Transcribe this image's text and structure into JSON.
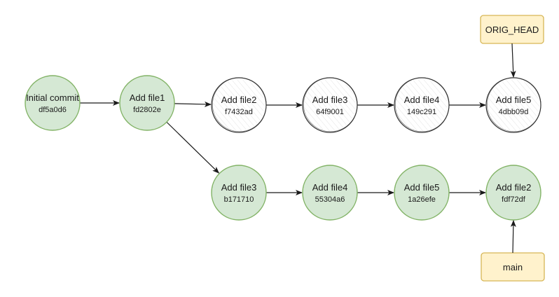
{
  "colors": {
    "green_fill": "#d5e8d4",
    "green_stroke": "#82b366",
    "white_fill": "#ffffff",
    "white_stroke": "#333333",
    "ref_fill": "#fff2cc",
    "ref_stroke": "#d6b656",
    "edge": "#1a1a1a"
  },
  "commits": [
    {
      "id": "c0",
      "title": "Initial commit",
      "hash": "df5a0d6",
      "style": "green"
    },
    {
      "id": "c1",
      "title": "Add file1",
      "hash": "fd2802e",
      "style": "green"
    },
    {
      "id": "c2",
      "title": "Add file2",
      "hash": "f7432ad",
      "style": "white"
    },
    {
      "id": "c3",
      "title": "Add file3",
      "hash": "64f9001",
      "style": "white"
    },
    {
      "id": "c4",
      "title": "Add file4",
      "hash": "149c291",
      "style": "white"
    },
    {
      "id": "c5",
      "title": "Add file5",
      "hash": "4dbb09d",
      "style": "white"
    },
    {
      "id": "r3",
      "title": "Add file3",
      "hash": "b171710",
      "style": "green"
    },
    {
      "id": "r4",
      "title": "Add file4",
      "hash": "55304a6",
      "style": "green"
    },
    {
      "id": "r5",
      "title": "Add file5",
      "hash": "1a26efe",
      "style": "green"
    },
    {
      "id": "r2",
      "title": "Add file2",
      "hash": "fdf72df",
      "style": "green"
    }
  ],
  "refs": [
    {
      "id": "orig",
      "label": "ORIG_HEAD",
      "target": "c5"
    },
    {
      "id": "main",
      "label": "main",
      "target": "r2"
    }
  ],
  "edges": [
    {
      "from": "c0",
      "to": "c1"
    },
    {
      "from": "c1",
      "to": "c2"
    },
    {
      "from": "c2",
      "to": "c3"
    },
    {
      "from": "c3",
      "to": "c4"
    },
    {
      "from": "c4",
      "to": "c5"
    },
    {
      "from": "c1",
      "to": "r3"
    },
    {
      "from": "r3",
      "to": "r4"
    },
    {
      "from": "r4",
      "to": "r5"
    },
    {
      "from": "r5",
      "to": "r2"
    }
  ]
}
